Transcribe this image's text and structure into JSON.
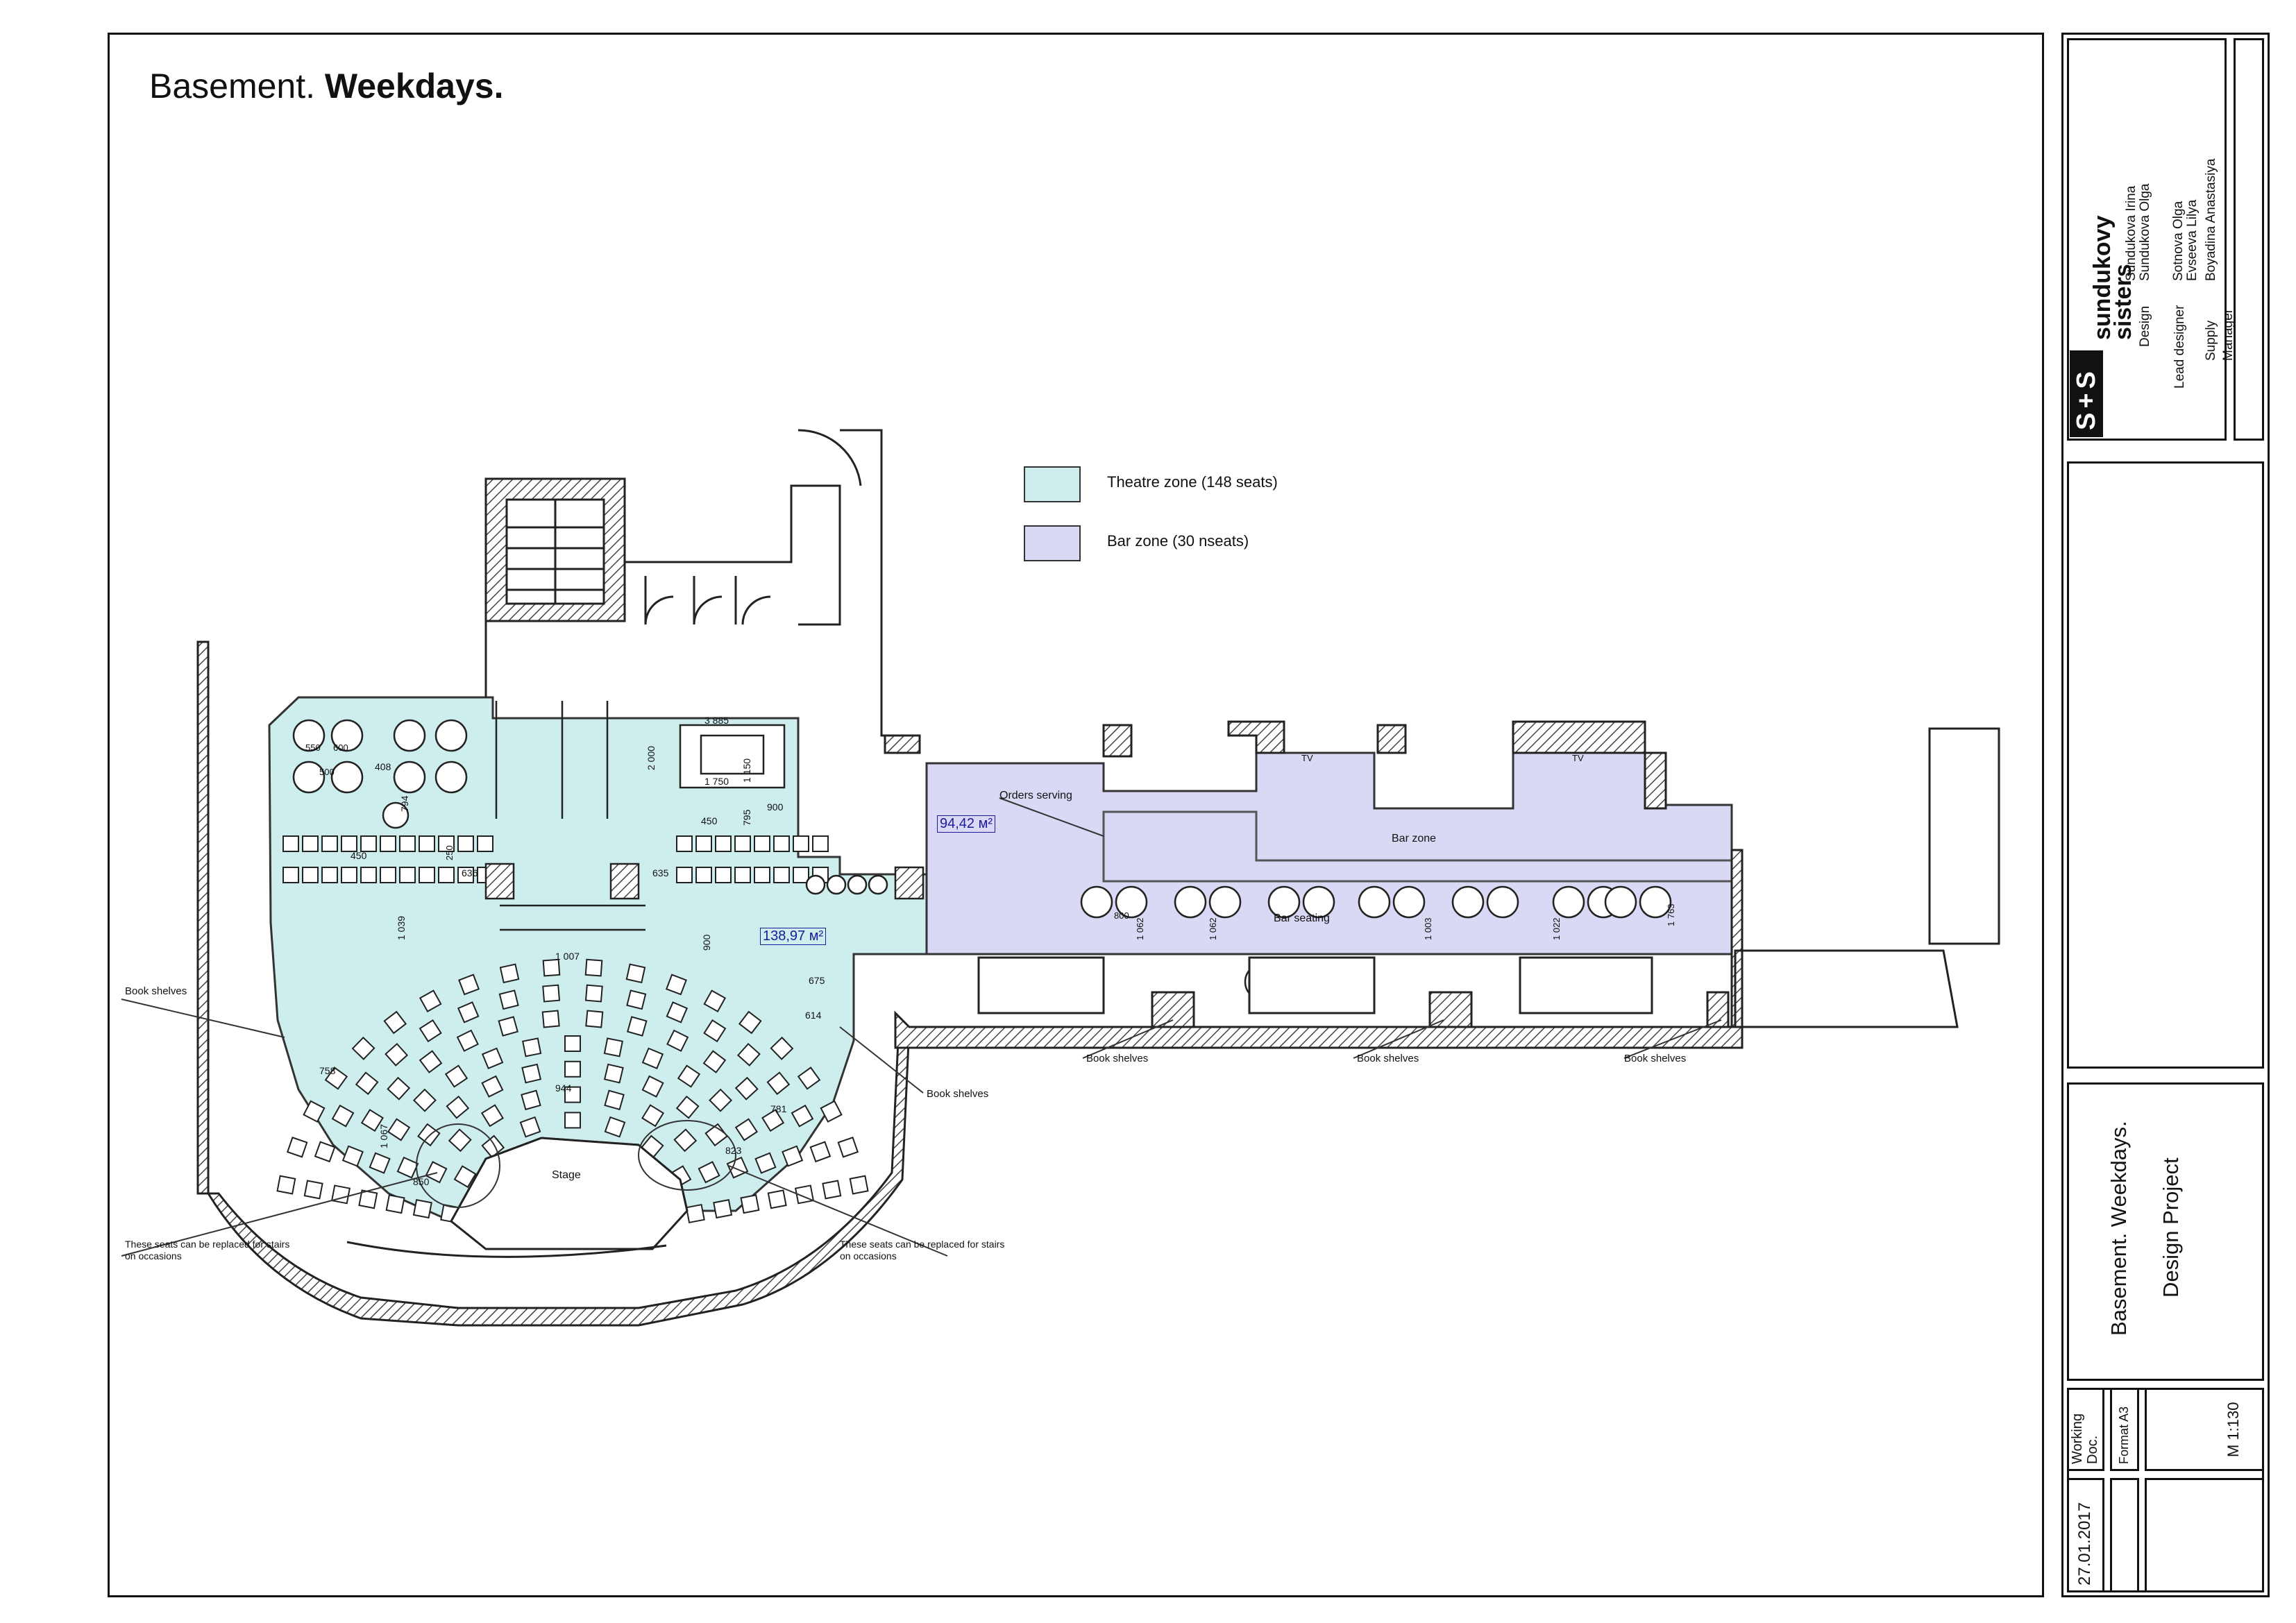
{
  "title": {
    "plain": "Basement.",
    "bold": "Weekdays."
  },
  "legend": [
    {
      "label": "Theatre zone (148  seats)",
      "color": "#cdeeed"
    },
    {
      "label": "Bar zone (30 nseats)",
      "color": "#d9d8f5"
    }
  ],
  "colors": {
    "theatre": "#cdeeed",
    "bar": "#d9d8f5",
    "wall": "#6b6b6b",
    "line": "#222222",
    "dim": "#1a1a9a"
  },
  "plan": {
    "areas": {
      "theatre": "138,97 м²",
      "bar": "94,42 м²"
    },
    "zone_labels": {
      "stage": "Stage",
      "bar_zone": "Bar zone",
      "bar_seating": "Bar seating",
      "orders": "Orders serving",
      "tv1": "TV",
      "tv2": "TV"
    },
    "notes": {
      "book_shelves": "Book shelves",
      "stairs_note_line1": "These seats can be replaced for stairs",
      "stairs_note_line2": "on occasions"
    },
    "dimensions": {
      "d3885": "3 885",
      "d1750": "1 750",
      "d2000": "2 000",
      "d1150": "1 150",
      "d450a": "450",
      "d450b": "450",
      "d636": "636",
      "d635": "635",
      "d794": "794",
      "d795": "795",
      "d900a": "900",
      "d900b": "900",
      "d1007": "1 007",
      "d944": "944",
      "d1067": "1 067",
      "d1039": "1 039",
      "d675": "675",
      "d614": "614",
      "d781": "781",
      "d758": "758",
      "d823": "823",
      "d850": "850",
      "d800": "800",
      "d1062a": "1 062",
      "d1062b": "1 062",
      "d1003": "1 003",
      "d1022": "1 022",
      "d1763": "1 763",
      "d408": "408",
      "d600": "600",
      "d550": "550",
      "d500": "500",
      "d250": "250"
    }
  },
  "titleblock": {
    "logo": "S+S",
    "company_line1": "sundukovy",
    "company_line2": "sisters",
    "roles": [
      {
        "role": "Design",
        "names": [
          "Sundukova Irina",
          "Sundukova Olga"
        ]
      },
      {
        "role": "Lead designer",
        "names": [
          "Sotnova Olga",
          "Evseeva Lilya"
        ]
      },
      {
        "role": "Supply",
        "names": [
          "Boyadina Anastasiya"
        ]
      },
      {
        "role": "Manager",
        "names": []
      }
    ],
    "drawing_title": "Basement. Weekdays.",
    "project": "Design Project",
    "stage": "Working Doc.",
    "format": "Format A3",
    "scale": "M 1:130",
    "date": "27.01.2017"
  }
}
